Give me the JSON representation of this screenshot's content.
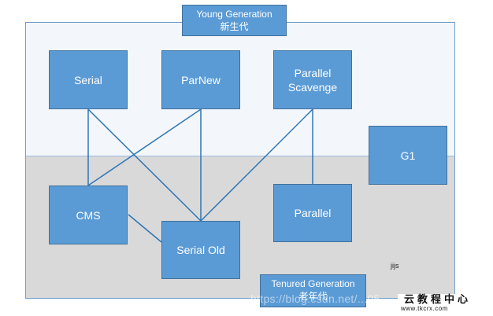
{
  "regions": {
    "young": {
      "title_en": "Young Generation",
      "title_cn": "新生代"
    },
    "tenured": {
      "title_en": "Tenured Generation",
      "title_cn": "老年代"
    }
  },
  "collectors": {
    "serial": "Serial",
    "parnew": "ParNew",
    "parallel_scavenge_line1": "Parallel",
    "parallel_scavenge_line2": "Scavenge",
    "g1": "G1",
    "cms": "CMS",
    "serial_old": "Serial Old",
    "parallel": "Parallel"
  },
  "connections": [
    [
      "Serial",
      "CMS"
    ],
    [
      "Serial",
      "Serial Old"
    ],
    [
      "ParNew",
      "CMS"
    ],
    [
      "ParNew",
      "Serial Old"
    ],
    [
      "Parallel Scavenge",
      "Serial Old"
    ],
    [
      "Parallel Scavenge",
      "Parallel"
    ],
    [
      "CMS",
      "Serial Old"
    ]
  ],
  "annotations": {
    "small_text": "jijs"
  },
  "watermark": {
    "url": "https://blog.csdn.net/...95",
    "site_name": "云教程中心",
    "site_url": "www.tkcrx.com"
  },
  "colors": {
    "box_fill": "#5b9bd5",
    "box_border": "#41719c",
    "line": "#2e75b6",
    "young_bg": "#f3f7fc",
    "tenured_bg": "#d9d9d9"
  }
}
